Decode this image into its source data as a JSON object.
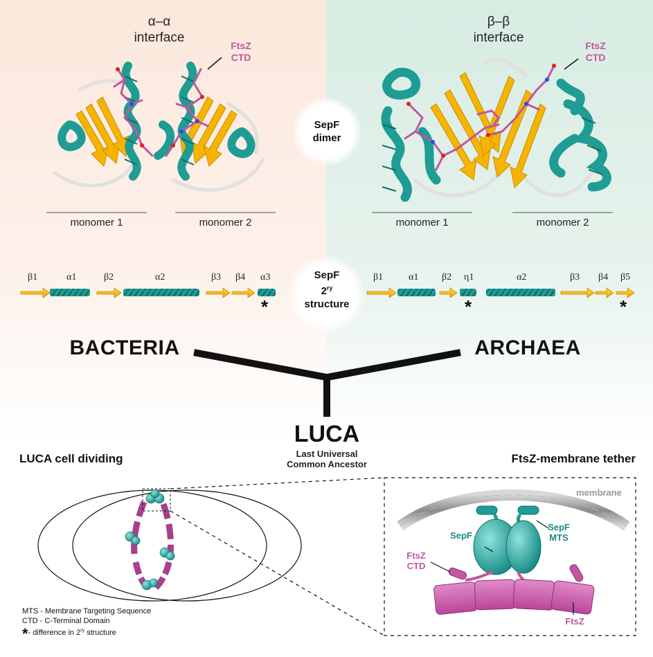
{
  "top_left": {
    "interface_label": "α–α\ninterface",
    "ftsz_ctd": "FtsZ\nCTD",
    "monomer1": "monomer 1",
    "monomer2": "monomer 2"
  },
  "top_right": {
    "interface_label": "β–β\ninterface",
    "ftsz_ctd": "FtsZ\nCTD",
    "monomer1": "monomer 1",
    "monomer2": "monomer 2"
  },
  "center_dimer": "SepF\ndimer",
  "center_structure": {
    "line1": "SepF",
    "line2": "2",
    "line2_sup": "ry",
    "line3": "structure"
  },
  "bacteria_ss": [
    "β1",
    "α1",
    "β2",
    "α2",
    "β3",
    "β4",
    "α3"
  ],
  "archaea_ss": [
    "β1",
    "α1",
    "β2",
    "η1",
    "α2",
    "β3",
    "β4",
    "β5"
  ],
  "star": "*",
  "bacteria": "BACTERIA",
  "archaea": "ARCHAEA",
  "luca": "LUCA",
  "luca_sub": "Last Universal\nCommon Ancestor",
  "luca_cell_title": "LUCA cell dividing",
  "tether_title": "FtsZ-membrane tether",
  "tether": {
    "membrane": "membrane",
    "sepf": "SepF",
    "sepf_mts": "SepF\nMTS",
    "ftsz_ctd": "FtsZ\nCTD",
    "ftsz": "FtsZ"
  },
  "legend": {
    "mts": "MTS - Membrane Targeting Sequence",
    "ctd": "CTD - C-Terminal Domain",
    "star_note": "- difference in 2",
    "star_note_sup": "ry",
    "star_note_end": " structure"
  },
  "colors": {
    "helix": "#1f9c94",
    "strand": "#f5b400",
    "magenta": "#c2569f",
    "bg_left": "#fbe8dc",
    "bg_right": "#d7ece2"
  }
}
